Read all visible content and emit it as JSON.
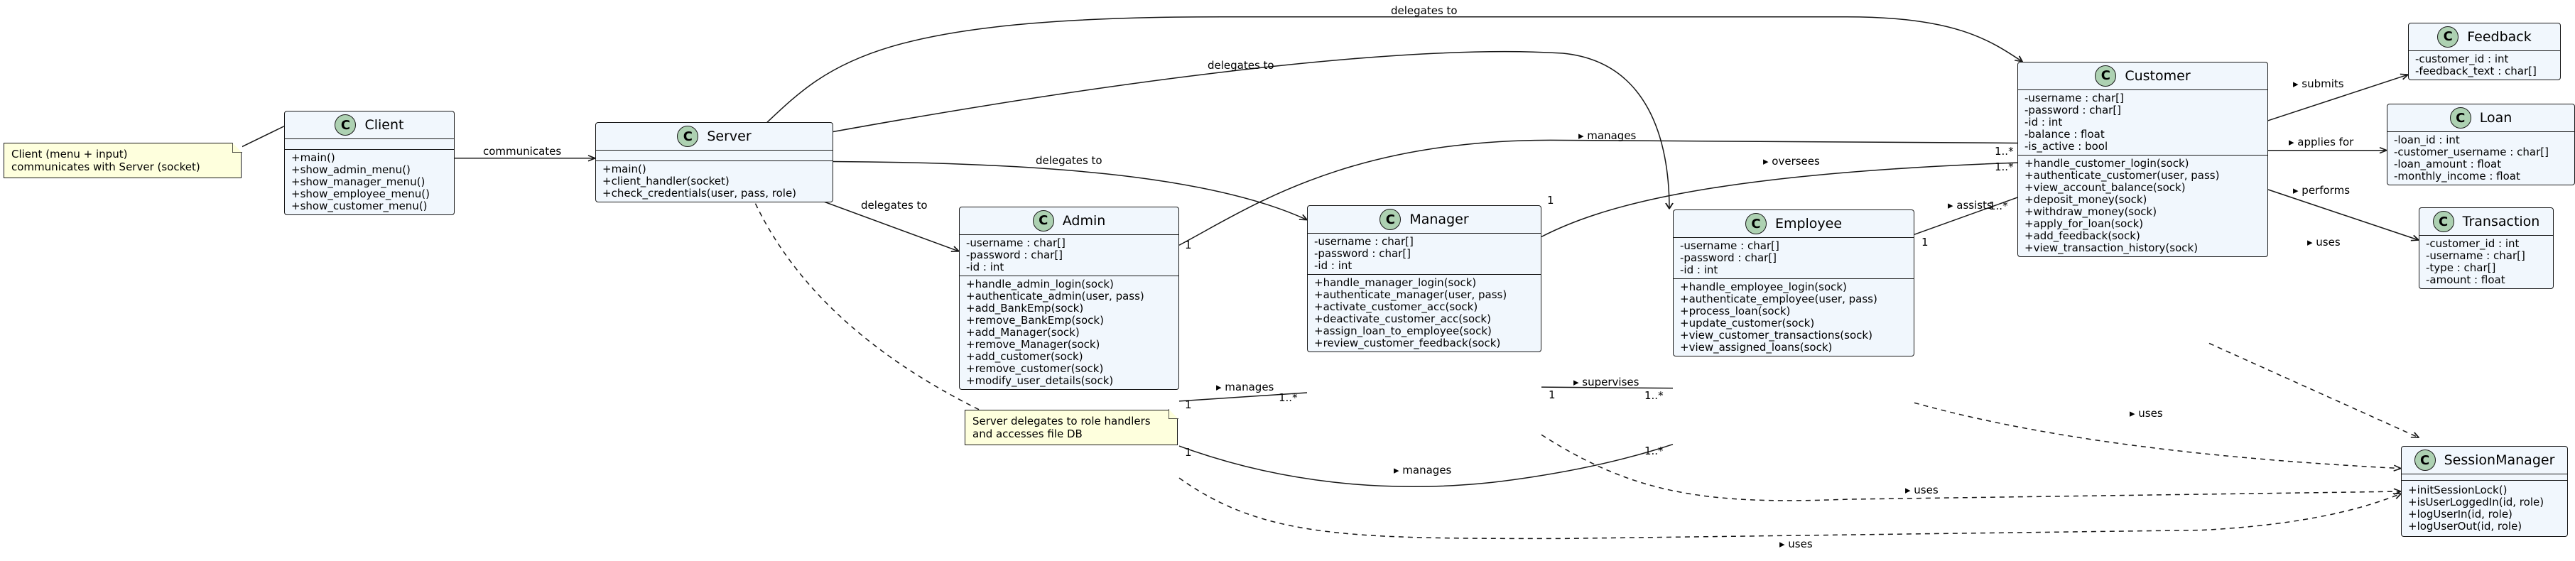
{
  "classes": {
    "client": {
      "name": "Client",
      "attributes": [],
      "methods": [
        "+main()",
        "+show_admin_menu()",
        "+show_manager_menu()",
        "+show_employee_menu()",
        "+show_customer_menu()"
      ]
    },
    "server": {
      "name": "Server",
      "attributes": [],
      "methods": [
        "+main()",
        "+client_handler(socket)",
        "+check_credentials(user, pass, role)"
      ]
    },
    "admin": {
      "name": "Admin",
      "attributes": [
        "-username : char[]",
        "-password : char[]",
        "-id : int"
      ],
      "methods": [
        "+handle_admin_login(sock)",
        "+authenticate_admin(user, pass)",
        "+add_BankEmp(sock)",
        "+remove_BankEmp(sock)",
        "+add_Manager(sock)",
        "+remove_Manager(sock)",
        "+add_customer(sock)",
        "+remove_customer(sock)",
        "+modify_user_details(sock)"
      ]
    },
    "manager": {
      "name": "Manager",
      "attributes": [
        "-username : char[]",
        "-password : char[]",
        "-id : int"
      ],
      "methods": [
        "+handle_manager_login(sock)",
        "+authenticate_manager(user, pass)",
        "+activate_customer_acc(sock)",
        "+deactivate_customer_acc(sock)",
        "+assign_loan_to_employee(sock)",
        "+review_customer_feedback(sock)"
      ]
    },
    "employee": {
      "name": "Employee",
      "attributes": [
        "-username : char[]",
        "-password : char[]",
        "-id : int"
      ],
      "methods": [
        "+handle_employee_login(sock)",
        "+authenticate_employee(user, pass)",
        "+process_loan(sock)",
        "+update_customer(sock)",
        "+view_customer_transactions(sock)",
        "+view_assigned_loans(sock)"
      ]
    },
    "customer": {
      "name": "Customer",
      "attributes": [
        "-username : char[]",
        "-password : char[]",
        "-id : int",
        "-balance : float",
        "-is_active : bool"
      ],
      "methods": [
        "+handle_customer_login(sock)",
        "+authenticate_customer(user, pass)",
        "+view_account_balance(sock)",
        "+deposit_money(sock)",
        "+withdraw_money(sock)",
        "+apply_for_loan(sock)",
        "+add_feedback(sock)",
        "+view_transaction_history(sock)"
      ]
    },
    "feedback": {
      "name": "Feedback",
      "attributes": [
        "-customer_id : int",
        "-feedback_text : char[]"
      ],
      "methods": null
    },
    "loan": {
      "name": "Loan",
      "attributes": [
        "-loan_id : int",
        "-customer_username : char[]",
        "-loan_amount : float",
        "-monthly_income : float"
      ],
      "methods": null
    },
    "transaction": {
      "name": "Transaction",
      "attributes": [
        "-customer_id : int",
        "-username : char[]",
        "-type : char[]",
        "-amount : float"
      ],
      "methods": null
    },
    "session": {
      "name": "SessionManager",
      "attributes": [],
      "methods": [
        "+initSessionLock()",
        "+isUserLoggedIn(id, role)",
        "+logUserIn(id, role)",
        "+logUserOut(id, role)"
      ]
    }
  },
  "notes": {
    "client_note": [
      "Client (menu + input)",
      "communicates with Server (socket)"
    ],
    "server_note": [
      "Server delegates to role handlers",
      "and accesses file DB"
    ]
  },
  "labels": {
    "communicates": "communicates",
    "server_customer": "delegates to",
    "server_employee": "delegates to",
    "server_manager": "delegates to",
    "server_admin": "delegates to",
    "admin_customer": "▸ manages",
    "admin_manager": "▸ manages",
    "admin_employee": "▸ manages",
    "manager_customer": "▸ oversees",
    "manager_employee": "▸ supervises",
    "employee_customer": "▸ assists",
    "customer_feedback": "▸ submits",
    "customer_loan": "▸ applies for",
    "customer_transaction": "▸ performs",
    "customer_session": "▸ uses",
    "employee_session": "▸ uses",
    "manager_session": "▸ uses",
    "admin_session": "▸ uses"
  },
  "multiplicities": {
    "one": "1",
    "many": "1..*"
  },
  "colors": {
    "class_fill": "#F1F7FD",
    "class_badge": "#ADD1B2",
    "note_fill": "#FEFFDD",
    "line": "#181818"
  }
}
